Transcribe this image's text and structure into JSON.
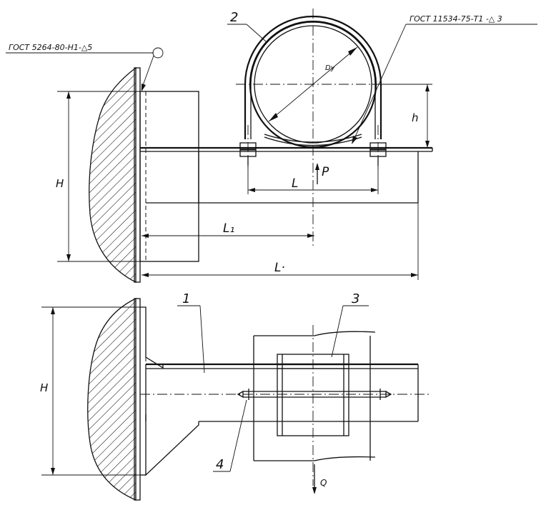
{
  "labels": {
    "weld_left": "ГОСТ 5264-80-Н1-△5",
    "weld_right": "ГОСТ 11534-75-Т1 -△ 3",
    "pos1": "1",
    "pos2": "2",
    "pos3": "3",
    "pos4": "4",
    "diameter": "Dу",
    "h": "h",
    "H_top": "Н",
    "H_bottom": "Н",
    "L_small": "L",
    "L1": "L₁",
    "L_total": "L·",
    "P": "P",
    "Q": "Q"
  },
  "colors": {
    "ink": "#111111",
    "paper": "#ffffff"
  }
}
